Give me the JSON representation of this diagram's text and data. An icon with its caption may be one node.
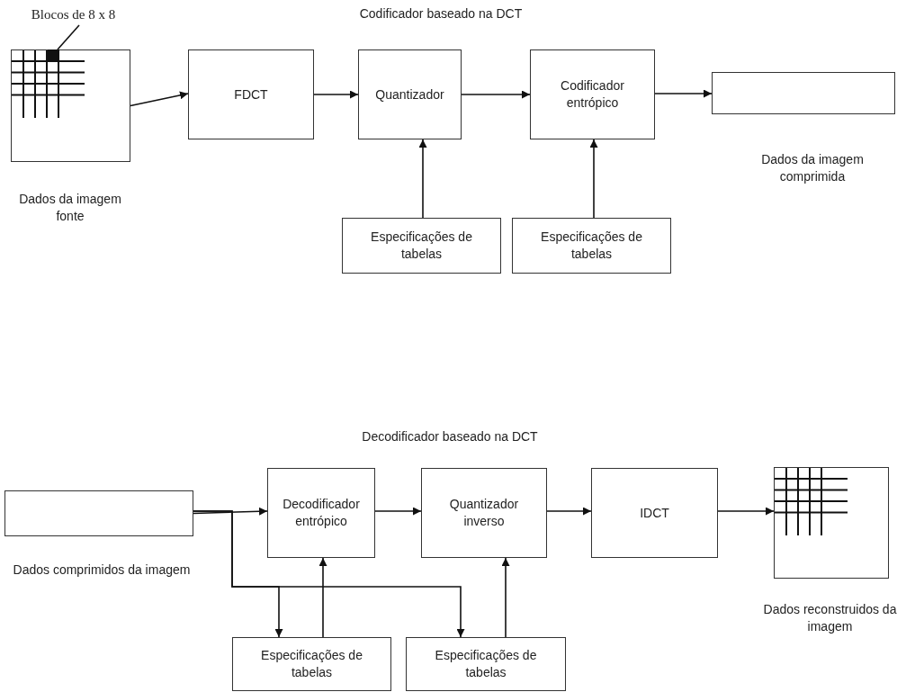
{
  "diagram": {
    "nodes": [
      {
        "text": [
          "Blocos de 8 x 8"
        ]
      },
      {
        "text": [],
        "shape": "box",
        "beside": [
          "Dados da imagem fonte"
        ]
      },
      {
        "text": [],
        "shape": "box",
        "in": 1
      },
      {
        "text": [
          "FDCT"
        ]
      },
      {
        "text": [
          "Quantizador"
        ]
      },
      {
        "text": [
          "Codificador entrópico"
        ]
      },
      {
        "text": [],
        "shape": "box",
        "beside": [
          "Dados da imagem comprimida"
        ]
      },
      {
        "text": [
          "Especificações de tabelas"
        ]
      },
      {
        "text": [
          "Especificações de tabelas"
        ]
      },
      {
        "text": [],
        "shape": "box",
        "beside": [
          "Dados comprimidos da imagem"
        ]
      },
      {
        "text": [
          "Decodificador entrópico"
        ]
      },
      {
        "text": [
          "Quantizador inverso"
        ]
      },
      {
        "text": [
          "IDCT"
        ]
      },
      {
        "text": [],
        "shape": "box",
        "beside": [
          "Dados reconstruidos da imagem"
        ]
      },
      {
        "text": [
          "Especificações de tabelas"
        ]
      },
      {
        "text": [
          "Especificações de tabelas"
        ]
      }
    ],
    "edges": [
      {
        "from": 0,
        "to": 2,
        "arrow": "none"
      },
      {
        "from": 1,
        "to": 3,
        "arrow": "to"
      },
      {
        "from": 3,
        "to": 4,
        "arrow": "to"
      },
      {
        "from": 4,
        "to": 5,
        "arrow": "to"
      },
      {
        "from": 5,
        "to": 6,
        "arrow": "to"
      },
      {
        "from": 7,
        "to": 4,
        "arrow": "to"
      },
      {
        "from": 8,
        "to": 5,
        "arrow": "to"
      },
      {
        "from": 9,
        "to": 10,
        "arrow": "to"
      },
      {
        "from": 10,
        "to": 11,
        "arrow": "to"
      },
      {
        "from": 11,
        "to": 12,
        "arrow": "to"
      },
      {
        "from": 12,
        "to": 13,
        "arrow": "to"
      },
      {
        "from": 9,
        "to": 14,
        "arrow": "to"
      },
      {
        "from": 9,
        "to": 15,
        "arrow": "to"
      },
      {
        "from": 14,
        "to": 10,
        "arrow": "to"
      },
      {
        "from": 15,
        "to": 11,
        "arrow": "to"
      }
    ],
    "labels": [
      "Codificador baseado na DCT",
      "Decodificador baseado na DCT"
    ]
  }
}
